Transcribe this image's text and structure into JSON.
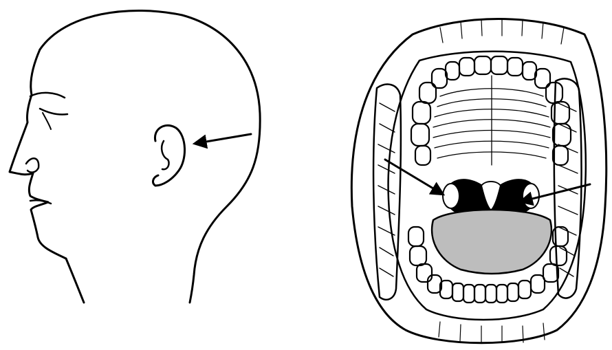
{
  "colors": {
    "ink": "#000000",
    "background": "#ffffff"
  },
  "panels": [
    {
      "name": "head-profile",
      "arrow_target": "ear"
    },
    {
      "name": "open-mouth",
      "arrow_target": "tonsils"
    }
  ]
}
